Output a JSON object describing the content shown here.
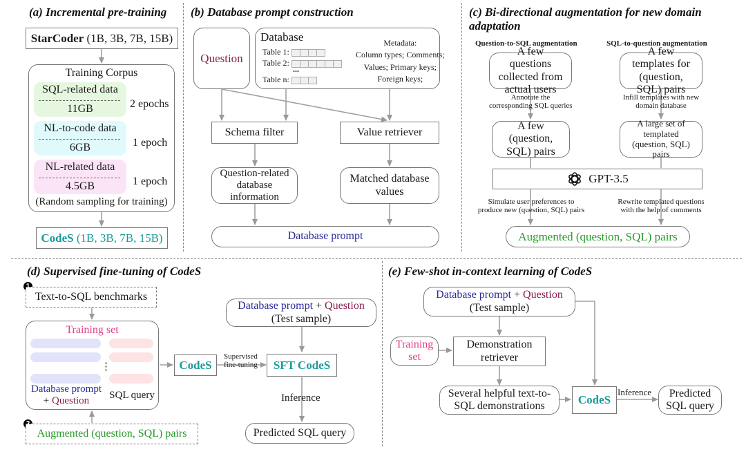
{
  "panels": {
    "a": {
      "title": "(a) Incremental pre-training",
      "starcoder": {
        "name": "StarCoder",
        "sizes": " (1B, 3B, 7B, 15B)"
      },
      "corpus_title": "Training Corpus",
      "datasets": [
        {
          "name": "SQL-related data",
          "size": "11GB",
          "epochs": "2 epochs",
          "color": "#e6f7e0"
        },
        {
          "name": "NL-to-code data",
          "size": "6GB",
          "epochs": "1 epoch",
          "color": "#e0f9fb"
        },
        {
          "name": "NL-related data",
          "size": "4.5GB",
          "epochs": "1 epoch",
          "color": "#fce4f7"
        }
      ],
      "sampling_note": "(Random sampling for training)",
      "codes": {
        "name": "CodeS",
        "sizes": " (1B, 3B, 7B, 15B)"
      }
    },
    "b": {
      "title": "(b) Database prompt construction",
      "question": "Question",
      "database": "Database",
      "tables": [
        "Table 1:",
        "Table 2:",
        "Table n:"
      ],
      "ellipsis": "...",
      "metadata_lines": [
        "Metadata:",
        "Column types; Comments;",
        "Values; Primary keys;",
        "Foreign keys;"
      ],
      "schema_filter": "Schema filter",
      "value_retriever": "Value retriever",
      "question_related": "Question-related database information",
      "matched_values": "Matched database values",
      "database_prompt": "Database prompt"
    },
    "c": {
      "title_line1": "(c) Bi-directional augmentation for new domain",
      "title_line2": "adaptation",
      "q2s_header": "Question-to-SQL augmentation",
      "s2q_header": "SQL-to-question augmentation",
      "q2s_start": "A few questions collected from actual users",
      "q2s_annot": [
        "Annotate the",
        "corresponding SQL queries"
      ],
      "q2s_pairs": "A few (question, SQL) pairs",
      "s2q_start": "A few templates for (question, SQL) pairs",
      "s2q_annot": [
        "Infill templates with new",
        "domain database"
      ],
      "s2q_pairs": "A large set of templated (question, SQL) pairs",
      "gpt": "GPT-3.5",
      "q2s_out": [
        "Simulate user preferences to",
        "produce new (question, SQL) pairs"
      ],
      "s2q_out": [
        "Rewrite templated questions",
        "with the help of comments"
      ],
      "augmented": "Augmented (question, SQL) pairs"
    },
    "d": {
      "title": "(d) Supervised fine-tuning of CodeS",
      "badge1": "1",
      "badge2": "2",
      "benchmarks": "Text-to-SQL benchmarks",
      "training_set": "Training set",
      "db_prompt": "Database prompt",
      "plus_question_plus": "+ ",
      "question": "Question",
      "sql_query": "SQL query",
      "vdots": "⋮",
      "augmented": "Augmented (question, SQL) pairs",
      "codes": "CodeS",
      "sft_label": [
        "Supervised",
        "fine-tuning"
      ],
      "sft_codes": "SFT CodeS",
      "test_db_prompt": "Database prompt",
      "test_plus": " + ",
      "test_question": "Question",
      "test_sample": "(Test sample)",
      "inference": "Inference",
      "predicted": "Predicted SQL query"
    },
    "e": {
      "title": "(e) Few-shot in-context learning of CodeS",
      "test_db_prompt": "Database prompt",
      "test_plus": " + ",
      "test_question": "Question",
      "test_sample": "(Test sample)",
      "training_set": "Training set",
      "retriever": "Demonstration retriever",
      "demos": "Several helpful text-to-SQL demonstrations",
      "codes": "CodeS",
      "inference": "Inference",
      "predicted": "Predicted SQL query"
    }
  },
  "icons": {
    "gpt": "openai-logo-icon"
  }
}
